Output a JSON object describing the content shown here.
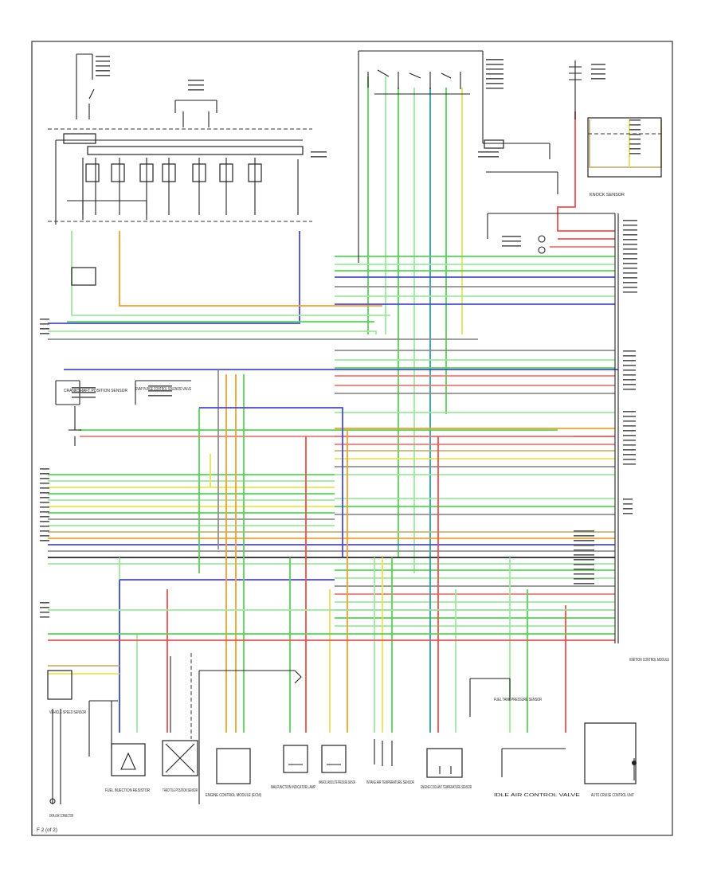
{
  "figure": {
    "number": "F 2 (of 2)",
    "components": [
      {
        "id": "data-link-connector",
        "label": "DATA LINK CONNECTOR"
      },
      {
        "id": "fuel-injection-resistor",
        "label": "FUEL INJECTION RESISTOR"
      },
      {
        "id": "engine-control-module",
        "label": "ENGINE CONTROL MODULE (ECM)"
      },
      {
        "id": "malfunction-indicator-lamp",
        "label": "MALFUNCTION INDICATOR LAMP"
      },
      {
        "id": "auto-cruise-unit",
        "label": "AUTO CRUISE CONTROL UNIT"
      },
      {
        "id": "throttle-position-sensor",
        "label": "THROTTLE POSITION SENSOR"
      },
      {
        "id": "manifold-absolute-pressure-sensor",
        "label": "MANIFOLD ABSOLUTE PRESSURE SENSOR"
      },
      {
        "id": "intake-air-temp-sensor",
        "label": "INTAKE AIR TEMPERATURE SENSOR"
      },
      {
        "id": "engine-coolant-temp-sensor",
        "label": "ENGINE COOLANT TEMPERATURE SENSOR"
      },
      {
        "id": "idle-air-control-valve",
        "label": "IDLE AIR CONTROL VALVE"
      },
      {
        "id": "ignition-control-module",
        "label": "IGNITION CONTROL MODULE"
      },
      {
        "id": "vehicle-speed-sensor",
        "label": "VEHICLE SPEED SENSOR"
      },
      {
        "id": "fuel-tank-pressure-sensor",
        "label": "FUEL TANK PRESSURE SENSOR"
      },
      {
        "id": "evap-purge-valve",
        "label": "EVAP PURGE CONTROL SOLENOID VALVE"
      },
      {
        "id": "crank-position-sensor",
        "label": "CRANKSHAFT POSITION SENSOR"
      },
      {
        "id": "knock-sensor",
        "label": "KNOCK SENSOR"
      }
    ],
    "colors": {
      "green": "#54d454",
      "light-green": "#9ee89e",
      "yellow": "#e8e454",
      "red": "#ef4f4f",
      "pink": "#f07878",
      "blue": "#4848e0",
      "orange": "#f0a030",
      "gray": "#909090",
      "black": "#222222",
      "tan": "#c8b478",
      "teal": "#2e9e9e"
    }
  }
}
